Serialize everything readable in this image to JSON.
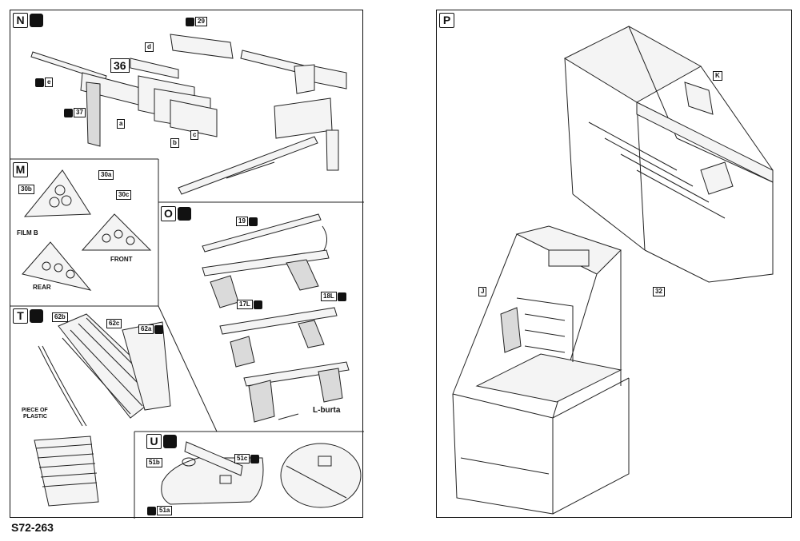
{
  "left_sections": {
    "N": {
      "letter": "N"
    },
    "M": {
      "letter": "M"
    },
    "O": {
      "letter": "O"
    },
    "T": {
      "letter": "T"
    },
    "U": {
      "letter": "U"
    }
  },
  "right_section": {
    "letter": "P"
  },
  "labels": {
    "n_29": "29",
    "n_d": "d",
    "n_36": "36",
    "n_e": "e",
    "n_37": "37",
    "n_a": "a",
    "n_b": "b",
    "n_c": "c",
    "m_30a": "30a",
    "m_30b": "30b",
    "m_30c": "30c",
    "m_film": "FILM B",
    "m_front": "FRONT",
    "m_rear": "REAR",
    "o_19": "19",
    "o_17l": "17L",
    "o_18l": "18L",
    "o_lburta": "L-burta",
    "t_62b": "62b",
    "t_62c": "62c",
    "t_62a": "62a",
    "t_plastic_1": "PIECE OF",
    "t_plastic_2": "PLASTIC",
    "u_51b": "51b",
    "u_51c": "51c",
    "u_51a": "51a",
    "p_k": "K",
    "p_j": "J",
    "p_32": "32"
  },
  "footer_code": "S72-263"
}
